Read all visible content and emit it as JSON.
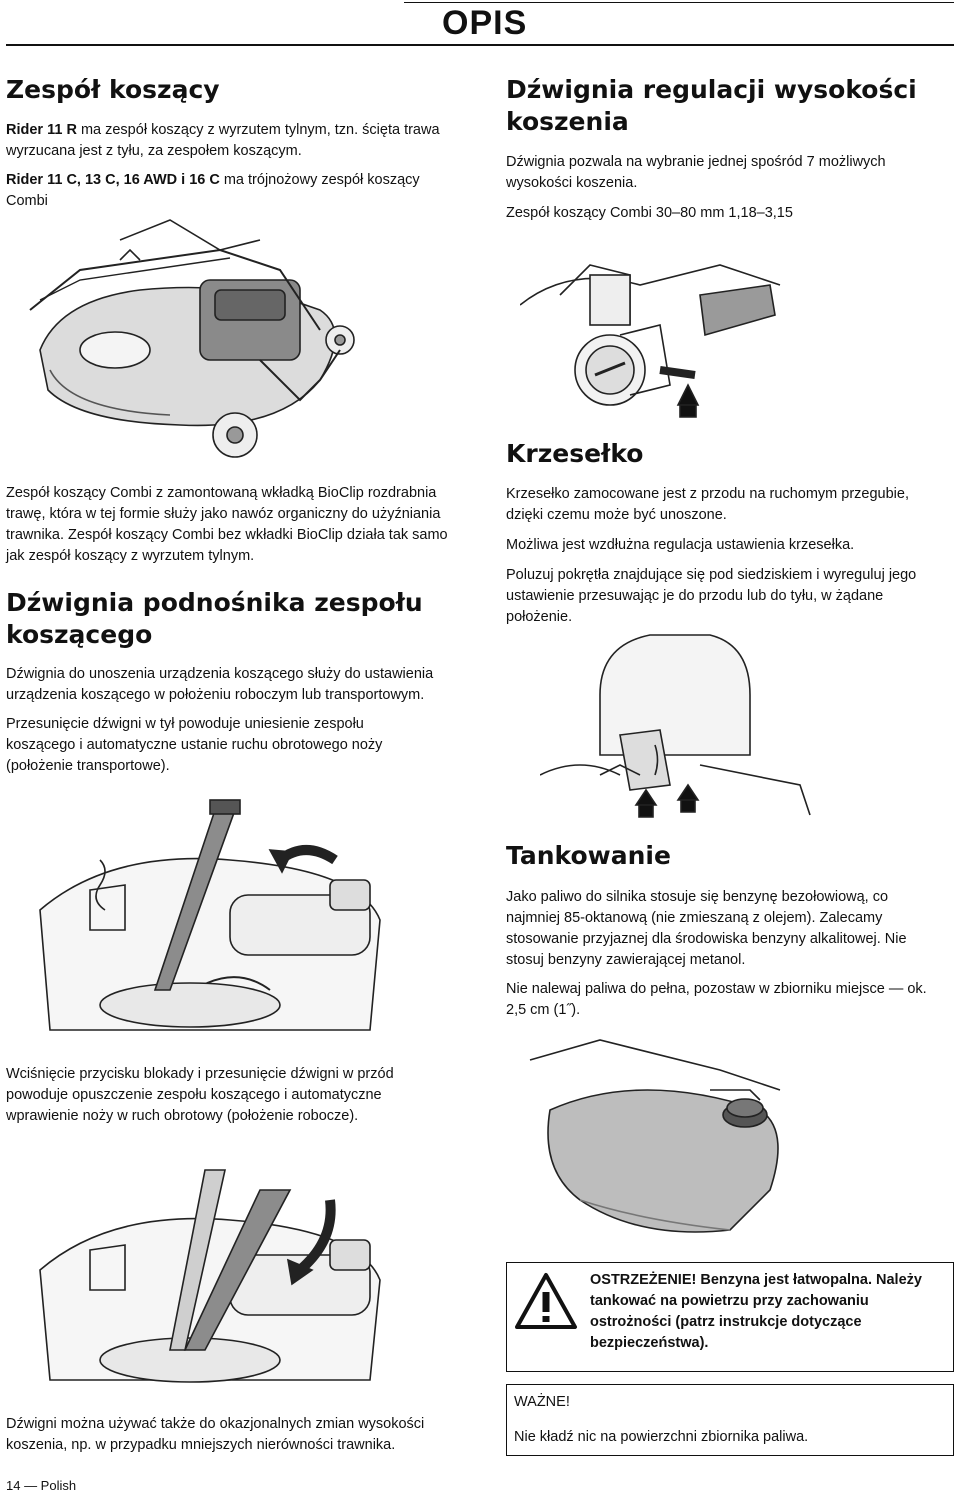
{
  "header": {
    "title": "OPIS"
  },
  "left": {
    "s1_title": "Zespół koszący",
    "s1_p1_bold": "Rider 11 R",
    "s1_p1_rest": " ma zespół koszący z wyrzutem tylnym, tzn. ścięta trawa wyrzucana jest z tyłu, za zespołem koszącym.",
    "s1_p2_bold": "Rider 11 C, 13 C, 16 AWD i 16 C",
    "s1_p2_rest": " ma trójnożowy zespół koszący Combi",
    "s1_caption": " Zespół koszący Combi z zamontowaną wkładką BioClip rozdrabnia trawę, która w tej formie służy jako nawóz organiczny do użyźniania trawnika. Zespół koszący Combi bez wkładki BioClip działa tak samo jak zespół koszący z wyrzutem tylnym.",
    "s2_title": "Dźwignia podnośnika zespołu koszącego",
    "s2_p1": "Dźwignia do unoszenia urządzenia koszącego służy do ustawienia urządzenia koszącego w położeniu roboczym lub transportowym.",
    "s2_p2": "Przesunięcie dźwigni w tył powoduje uniesienie zespołu koszącego i automatyczne ustanie ruchu obrotowego noży (położenie transportowe).",
    "s2_p3": "Wciśnięcie przycisku blokady i przesunięcie dźwigni w przód powoduje opuszczenie zespołu koszącego i automatyczne wprawienie noży w ruch obrotowy (położenie robocze).",
    "s2_p4": "Dźwigni można używać także do okazjonalnych zmian wysokości koszenia, np. w przypadku mniejszych nierówności trawnika."
  },
  "right": {
    "s3_title": "Dźwignia regulacji wysokości koszenia",
    "s3_p1": "Dźwignia pozwala na wybranie jednej spośród 7 możliwych wysokości koszenia.",
    "s3_p2": "Zespół koszący Combi 30–80 mm 1,18–3,15",
    "s4_title": "Krzesełko",
    "s4_p1": "Krzesełko zamocowane jest z przodu na ruchomym przegubie, dzięki czemu może być unoszone.",
    "s4_p2": "Możliwa jest wzdłużna regulacja ustawienia krzesełka.",
    "s4_p3": "Poluzuj pokrętła znajdujące się pod siedziskiem i wyreguluj jego ustawienie przesuwając je do przodu lub do tyłu, w żądane położenie.",
    "s5_title": "Tankowanie",
    "s5_p1": "Jako paliwo do silnika stosuje się benzynę bezołowiową, co najmniej 85-oktanową (nie zmieszaną z olejem). Zalecamy stosowanie przyjaznej dla środowiska benzyny alkalitowej. Nie stosuj benzyny zawierającej metanol.",
    "s5_p2": "Nie nalewaj paliwa do pełna, pozostaw w zbiorniku miejsce — ok. 2,5 cm (1˝).",
    "warning": "OSTRZEŻENIE! Benzyna jest łatwopalna. Należy tankować na powietrzu przy zachowaniu ostrożności (patrz instrukcje dotyczące bezpieczeństwa).",
    "important_title": "WAŻNE!",
    "important_text": "Nie kładź nic na powierzchni zbiornika paliwa."
  },
  "footer": {
    "page": "14 — Polish"
  }
}
